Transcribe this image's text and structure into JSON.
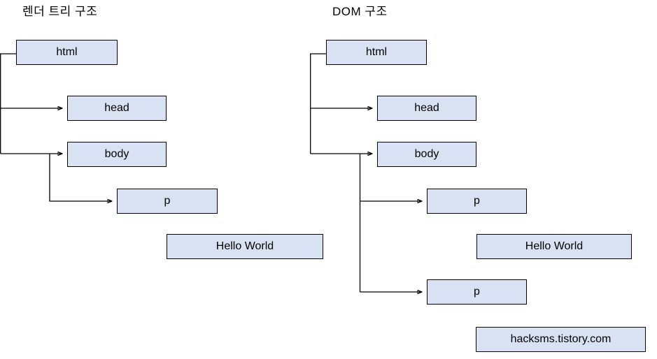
{
  "diagram": {
    "type": "tree-comparison",
    "background_color": "#ffffff",
    "node_fill_color": "#d9e2f3",
    "node_border_color": "#000000",
    "connector_color": "#000000",
    "panels": [
      {
        "id": "render-tree",
        "title": "렌더 트리 구조",
        "nodes": [
          {
            "id": "rt-html",
            "label": "html"
          },
          {
            "id": "rt-head",
            "label": "head"
          },
          {
            "id": "rt-body",
            "label": "body"
          },
          {
            "id": "rt-p",
            "label": "p"
          },
          {
            "id": "rt-text",
            "label": "Hello World"
          }
        ]
      },
      {
        "id": "dom-tree",
        "title": "DOM 구조",
        "nodes": [
          {
            "id": "dom-html",
            "label": "html"
          },
          {
            "id": "dom-head",
            "label": "head"
          },
          {
            "id": "dom-body",
            "label": "body"
          },
          {
            "id": "dom-p1",
            "label": "p"
          },
          {
            "id": "dom-text",
            "label": "Hello World"
          },
          {
            "id": "dom-p2",
            "label": "p"
          }
        ]
      }
    ],
    "watermark": {
      "label": "hacksms.tistory.com"
    }
  }
}
